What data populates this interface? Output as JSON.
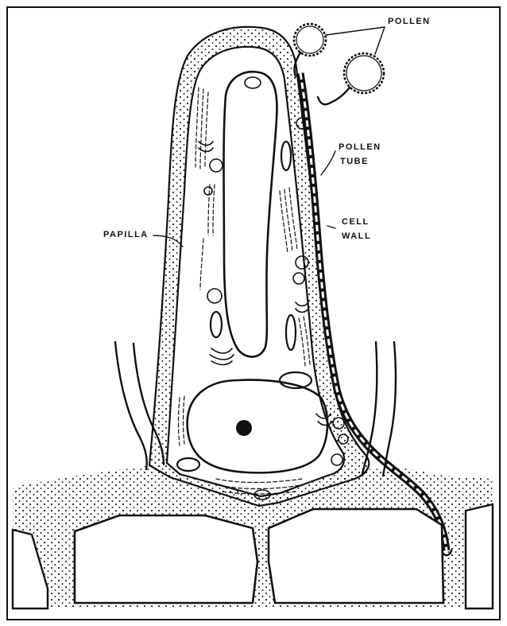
{
  "diagram": {
    "labels": {
      "pollen": "POLLEN",
      "pollen_tube_line1": "POLLEN",
      "pollen_tube_line2": "TUBE",
      "cell_wall_line1": "CELL",
      "cell_wall_line2": "WALL",
      "papilla": "PAPILLA"
    }
  }
}
